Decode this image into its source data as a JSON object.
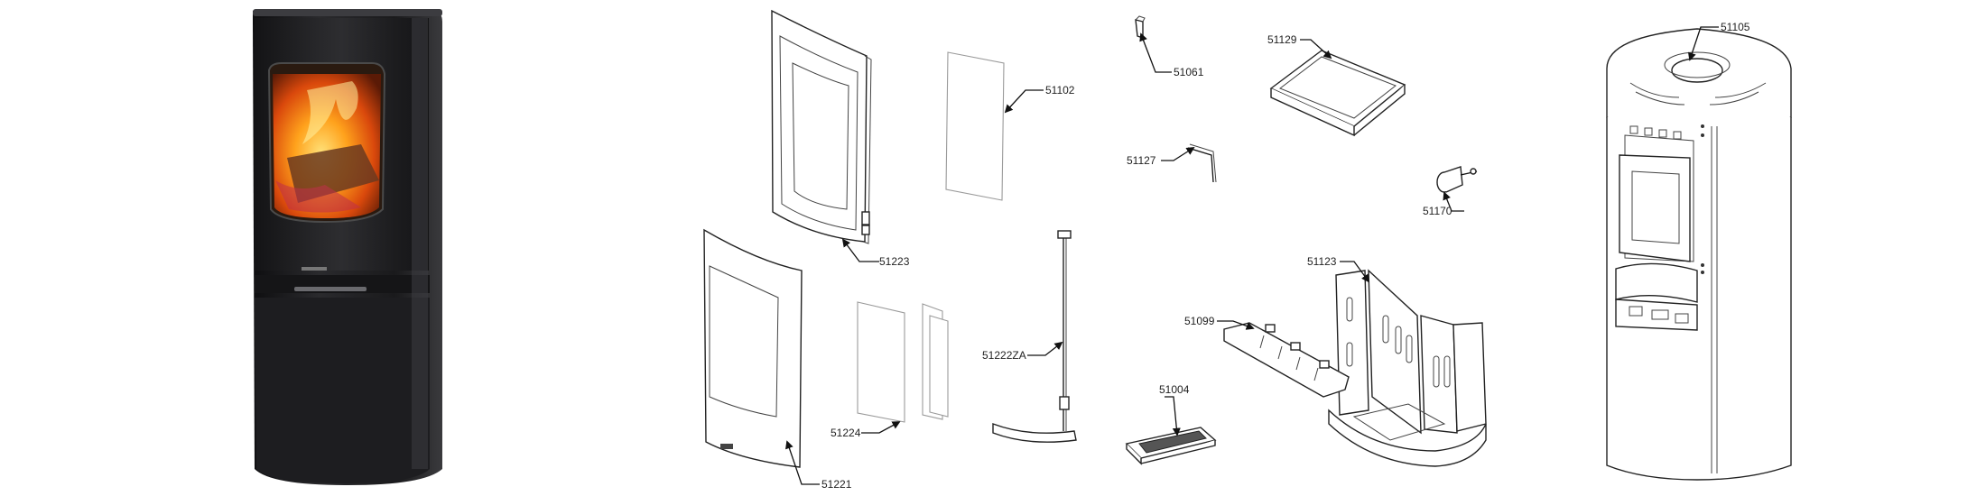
{
  "parts": {
    "p51223": "51223",
    "p51102": "51102",
    "p51221": "51221",
    "p51224": "51224",
    "p51222ZA": "51222ZA",
    "p51061": "51061",
    "p51129": "51129",
    "p51127": "51127",
    "p51170": "51170",
    "p51123": "51123",
    "p51099": "51099",
    "p51004": "51004",
    "p51105": "51105"
  },
  "colors": {
    "stove_body": "#1f1f21",
    "fire": "#f07a16",
    "line": "#222222"
  },
  "icons": {
    "photo": "stove-photo",
    "arrow": "arrow-leader-icon"
  }
}
